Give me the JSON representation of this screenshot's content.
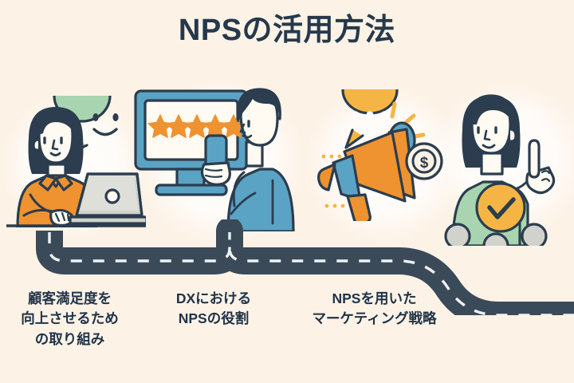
{
  "page": {
    "background_color": "#fdf2e6",
    "title": "NPSの活用方法",
    "title_color": "#25394c"
  },
  "palette": {
    "navy": "#2b3d4e",
    "orange": "#ef9230",
    "orange_light": "#f5b545",
    "blue": "#5ba3c4",
    "blue_dark": "#4a93b6",
    "green": "#a8d5b0",
    "green_light": "#b8dcbe",
    "gray": "#d2d2cd",
    "gray_light": "#dfdfda",
    "white": "#ffffff",
    "road": "#3b4a59",
    "road_line": "#eef2f4",
    "screen": "#fffaf2"
  },
  "scenes": [
    {
      "id": "scene-satisfaction",
      "name": "woman-at-laptop-with-smiley",
      "elements": [
        "woman",
        "orange-shirt",
        "laptop",
        "green-smiley-speech-bubble"
      ]
    },
    {
      "id": "scene-dx",
      "name": "monitor-five-stars-man-with-phone",
      "elements": [
        "monitor",
        "five-stars",
        "man",
        "smartphone"
      ],
      "star_count": 5
    },
    {
      "id": "scene-marketing",
      "name": "megaphone-with-speech-bubble-and-coin",
      "elements": [
        "megaphone",
        "speech-bubble-dots",
        "dollar-coin",
        "rays"
      ],
      "coin_symbol": "$"
    },
    {
      "id": "scene-advocates",
      "name": "woman-pointing-up-with-check-and-people",
      "elements": [
        "woman",
        "raised-finger",
        "check-badge",
        "three-people"
      ],
      "people_count": 3
    }
  ],
  "road": {
    "name": "winding-road-path",
    "color": "#3b4a59",
    "dash_color": "#eef2f4"
  },
  "captions": [
    {
      "text": "顧客満足度を\n向上させるため\nの取り組み"
    },
    {
      "text": "DXにおける\nNPSの役割"
    },
    {
      "text": "NPSを用いた\nマーケティング戦略"
    }
  ]
}
